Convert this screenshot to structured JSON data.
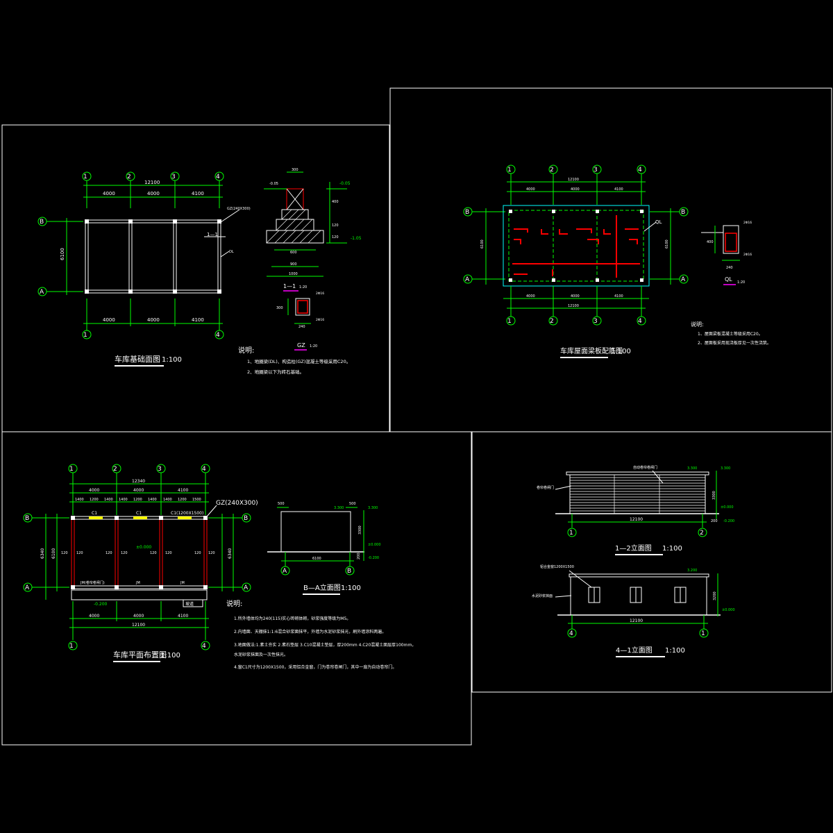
{
  "colors": {
    "frame": "#ffffff",
    "wall": "#ffffff",
    "dim": "#00ff00",
    "text": "#ffffff",
    "beam": "#00ffff",
    "red": "#ff0000",
    "yellow": "#ffff00",
    "magenta": "#ff00ff"
  },
  "foundation": {
    "title": "车库基础面图",
    "scale": "1:100",
    "axes_top": [
      "1",
      "2",
      "3",
      "4"
    ],
    "axes_side": [
      "B",
      "A"
    ],
    "overall": "12100",
    "spans": [
      "4000",
      "4000",
      "4100"
    ],
    "depth": "6100",
    "notes_title": "说明:",
    "notes": [
      "1、地圈梁(DL)、构造柱(GZ)混凝土等级采用C20。",
      "2、地圈梁以下为砖石基础。"
    ],
    "section_label": "1—1",
    "section_scale": "1:20",
    "section_dims": [
      "300",
      "600",
      "900",
      "1000",
      "400",
      "120",
      "120",
      "-0.05",
      "-1.05",
      "-0.05"
    ],
    "gz_label": "GZ",
    "gz_scale": "1:20",
    "gz_dims": [
      "240",
      "300",
      "2Φ16",
      "2Φ16"
    ],
    "callouts": [
      "GZ(240X300)",
      "1—1",
      "DL"
    ]
  },
  "roof": {
    "title": "车库屋面梁板配筋图",
    "scale": "1:100",
    "axes_top": [
      "1",
      "2",
      "3",
      "4"
    ],
    "axes_side": [
      "B",
      "A"
    ],
    "overall": "12100",
    "spans": [
      "4000",
      "4000",
      "4100"
    ],
    "depth": "6100",
    "notes_title": "说明:",
    "notes": [
      "1、屋面梁板混凝土等级采用C20。",
      "2、屋面板采用现浇板厚见一次性浇筑。"
    ],
    "ql_label": "QL",
    "ql_scale": "1:20",
    "ql_dims": [
      "400",
      "240",
      "2Φ16",
      "2Φ16"
    ]
  },
  "plan": {
    "title": "车库平面布置图",
    "scale": "1:100",
    "axes_top": [
      "1",
      "2",
      "3",
      "4"
    ],
    "axes_side": [
      "B",
      "A"
    ],
    "overall_top": "12340",
    "spans_top": [
      "4000",
      "4000",
      "4100"
    ],
    "sub_spans": [
      "1400",
      "1200",
      "1400",
      "1400",
      "1200",
      "1400",
      "1400",
      "1200",
      "1500"
    ],
    "windows": [
      "C1",
      "C1",
      "C1(1200X1500)"
    ],
    "gz_callout": "GZ(240X300)",
    "doors": [
      "JM(卷帘卷闸门)",
      "JM",
      "JM"
    ],
    "level": "±0.000",
    "level2": "-0.200",
    "depth": "6340",
    "depth2": "6100",
    "bottom_overall": "12100",
    "bottom_spans": [
      "4000",
      "4000",
      "4100"
    ],
    "ramp": "坡道",
    "wall_dims": [
      "120",
      "120",
      "120",
      "120",
      "120",
      "120",
      "120",
      "120"
    ],
    "notes_title": "说明:",
    "notes": [
      "1.所外墙体均为240(115)实心砖砌体砌，砂浆强度等级为M5。",
      "2.内墙面、天棚抹1:1:6混合砂浆面抹平，外墙为水泥砂浆抹光，刷外墙涂料两遍。",
      "3.地面做法:1.素土夯实 2.素石垫层 3.C10混凝土垫层，厚200mm 4.C20混凝土面层厚100mm，",
      "  水泥砂浆抹面及一次性抹光。",
      "4.窗C1尺寸为1200X1500，采用铝合金窗，门为卷帘卷闸门，其中一扇为自动卷帘门。"
    ]
  },
  "elevation_ba": {
    "title": "B—A立面图",
    "scale": "1:100",
    "axes": [
      "A",
      "B"
    ],
    "width": "6100",
    "height": "3300",
    "levels": [
      "3.300",
      "3.300",
      "±0.000",
      "-0.200"
    ],
    "dims": [
      "500",
      "500",
      "200"
    ]
  },
  "elevation_12": {
    "title": "1—2立面图",
    "scale": "1:100",
    "axes": [
      "1",
      "2"
    ],
    "width": "12100",
    "height": "3300",
    "levels": [
      "3.300",
      "3.300",
      "±0.000",
      "-0.200"
    ],
    "labels": [
      "卷帘卷闸门",
      "自动卷帘卷闸门"
    ],
    "dims": [
      "200"
    ]
  },
  "elevation_41": {
    "title": "4—1立面图",
    "scale": "1:100",
    "axes": [
      "4",
      "1"
    ],
    "width": "12100",
    "height": "3200",
    "levels": [
      "3.200",
      "±0.000"
    ],
    "labels": [
      "铝合金窗1200X1500",
      "水泥砂浆抹面"
    ]
  }
}
